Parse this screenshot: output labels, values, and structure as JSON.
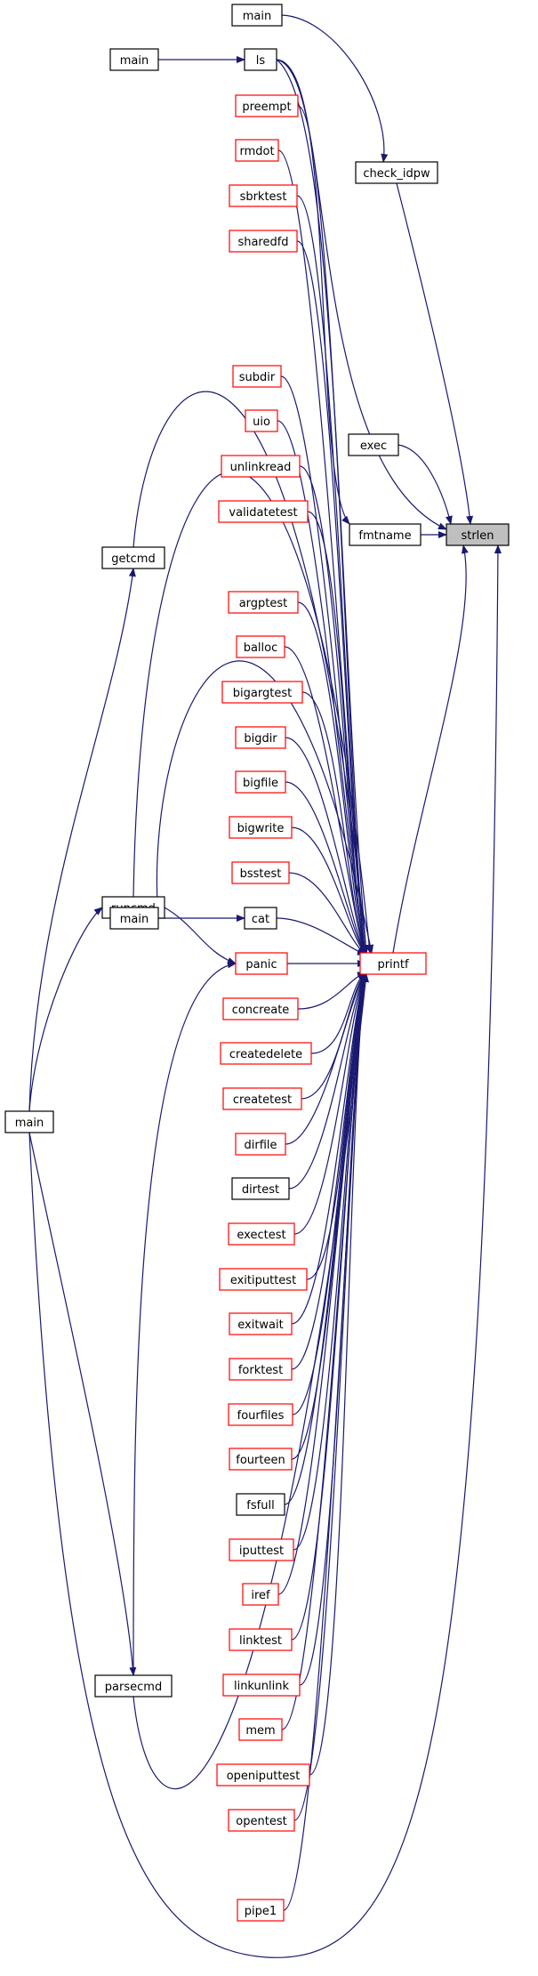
{
  "colors": {
    "edge": "#191970",
    "documented_border": "#000000",
    "undocumented_border": "#ff0000",
    "focus_fill": "#bfbfbf",
    "node_fill": "#ffffff"
  },
  "graph": {
    "focus": "strlen",
    "nodes": [
      {
        "id": "strlen",
        "label": "strlen",
        "kind": "focus"
      },
      {
        "id": "fmtname",
        "label": "fmtname",
        "kind": "black"
      },
      {
        "id": "exec",
        "label": "exec",
        "kind": "black"
      },
      {
        "id": "check_idpw",
        "label": "check_idpw",
        "kind": "black"
      },
      {
        "id": "main_top",
        "label": "main",
        "kind": "black"
      },
      {
        "id": "ls",
        "label": "ls",
        "kind": "black"
      },
      {
        "id": "main_ls",
        "label": "main",
        "kind": "black"
      },
      {
        "id": "preempt",
        "label": "preempt",
        "kind": "red"
      },
      {
        "id": "rmdot",
        "label": "rmdot",
        "kind": "red"
      },
      {
        "id": "sbrktest",
        "label": "sbrktest",
        "kind": "red"
      },
      {
        "id": "sharedfd",
        "label": "sharedfd",
        "kind": "red"
      },
      {
        "id": "subdir",
        "label": "subdir",
        "kind": "red"
      },
      {
        "id": "uio",
        "label": "uio",
        "kind": "red"
      },
      {
        "id": "unlinkread",
        "label": "unlinkread",
        "kind": "red"
      },
      {
        "id": "validatetest",
        "label": "validatetest",
        "kind": "red"
      },
      {
        "id": "getcmd",
        "label": "getcmd",
        "kind": "black"
      },
      {
        "id": "argptest",
        "label": "argptest",
        "kind": "red"
      },
      {
        "id": "balloc",
        "label": "balloc",
        "kind": "red"
      },
      {
        "id": "bigargtest",
        "label": "bigargtest",
        "kind": "red"
      },
      {
        "id": "bigdir",
        "label": "bigdir",
        "kind": "red"
      },
      {
        "id": "bigfile",
        "label": "bigfile",
        "kind": "red"
      },
      {
        "id": "bigwrite",
        "label": "bigwrite",
        "kind": "red"
      },
      {
        "id": "bsstest",
        "label": "bsstest",
        "kind": "red"
      },
      {
        "id": "runcmd",
        "label": "runcmd",
        "kind": "black"
      },
      {
        "id": "main_cat",
        "label": "main",
        "kind": "black"
      },
      {
        "id": "cat",
        "label": "cat",
        "kind": "black"
      },
      {
        "id": "panic",
        "label": "panic",
        "kind": "red"
      },
      {
        "id": "printf",
        "label": "printf",
        "kind": "red"
      },
      {
        "id": "concreate",
        "label": "concreate",
        "kind": "red"
      },
      {
        "id": "createdelete",
        "label": "createdelete",
        "kind": "red"
      },
      {
        "id": "createtest",
        "label": "createtest",
        "kind": "red"
      },
      {
        "id": "main_sh",
        "label": "main",
        "kind": "black"
      },
      {
        "id": "dirfile",
        "label": "dirfile",
        "kind": "red"
      },
      {
        "id": "dirtest",
        "label": "dirtest",
        "kind": "black"
      },
      {
        "id": "exectest",
        "label": "exectest",
        "kind": "red"
      },
      {
        "id": "exitiputtest",
        "label": "exitiputtest",
        "kind": "red"
      },
      {
        "id": "exitwait",
        "label": "exitwait",
        "kind": "red"
      },
      {
        "id": "forktest",
        "label": "forktest",
        "kind": "red"
      },
      {
        "id": "fourfiles",
        "label": "fourfiles",
        "kind": "red"
      },
      {
        "id": "fourteen",
        "label": "fourteen",
        "kind": "red"
      },
      {
        "id": "fsfull",
        "label": "fsfull",
        "kind": "black"
      },
      {
        "id": "iputtest",
        "label": "iputtest",
        "kind": "red"
      },
      {
        "id": "iref",
        "label": "iref",
        "kind": "red"
      },
      {
        "id": "linktest",
        "label": "linktest",
        "kind": "red"
      },
      {
        "id": "linkunlink",
        "label": "linkunlink",
        "kind": "red"
      },
      {
        "id": "parsecmd",
        "label": "parsecmd",
        "kind": "black"
      },
      {
        "id": "mem",
        "label": "mem",
        "kind": "red"
      },
      {
        "id": "openiputtest",
        "label": "openiputtest",
        "kind": "red"
      },
      {
        "id": "opentest",
        "label": "opentest",
        "kind": "red"
      },
      {
        "id": "pipe1",
        "label": "pipe1",
        "kind": "red"
      }
    ],
    "edges": [
      [
        "fmtname",
        "strlen"
      ],
      [
        "exec",
        "strlen"
      ],
      [
        "check_idpw",
        "strlen"
      ],
      [
        "printf",
        "strlen"
      ],
      [
        "main_sh",
        "strlen"
      ],
      [
        "ls",
        "strlen"
      ],
      [
        "main_top",
        "check_idpw"
      ],
      [
        "ls",
        "fmtname"
      ],
      [
        "main_ls",
        "ls"
      ],
      [
        "main_sh",
        "getcmd"
      ],
      [
        "main_sh",
        "runcmd"
      ],
      [
        "main_sh",
        "parsecmd"
      ],
      [
        "runcmd",
        "panic"
      ],
      [
        "main_cat",
        "cat"
      ],
      [
        "parsecmd",
        "panic"
      ],
      [
        "getcmd",
        "printf"
      ],
      [
        "runcmd",
        "printf"
      ],
      [
        "main_cat",
        "printf"
      ],
      [
        "cat",
        "printf"
      ],
      [
        "panic",
        "printf"
      ],
      [
        "parsecmd",
        "printf"
      ],
      [
        "ls",
        "printf"
      ],
      [
        "preempt",
        "printf"
      ],
      [
        "rmdot",
        "printf"
      ],
      [
        "sbrktest",
        "printf"
      ],
      [
        "sharedfd",
        "printf"
      ],
      [
        "subdir",
        "printf"
      ],
      [
        "uio",
        "printf"
      ],
      [
        "unlinkread",
        "printf"
      ],
      [
        "validatetest",
        "printf"
      ],
      [
        "argptest",
        "printf"
      ],
      [
        "balloc",
        "printf"
      ],
      [
        "bigargtest",
        "printf"
      ],
      [
        "bigdir",
        "printf"
      ],
      [
        "bigfile",
        "printf"
      ],
      [
        "bigwrite",
        "printf"
      ],
      [
        "bsstest",
        "printf"
      ],
      [
        "concreate",
        "printf"
      ],
      [
        "createdelete",
        "printf"
      ],
      [
        "createtest",
        "printf"
      ],
      [
        "dirfile",
        "printf"
      ],
      [
        "dirtest",
        "printf"
      ],
      [
        "exectest",
        "printf"
      ],
      [
        "exitiputtest",
        "printf"
      ],
      [
        "exitwait",
        "printf"
      ],
      [
        "forktest",
        "printf"
      ],
      [
        "fourfiles",
        "printf"
      ],
      [
        "fourteen",
        "printf"
      ],
      [
        "fsfull",
        "printf"
      ],
      [
        "iputtest",
        "printf"
      ],
      [
        "iref",
        "printf"
      ],
      [
        "linktest",
        "printf"
      ],
      [
        "linkunlink",
        "printf"
      ],
      [
        "mem",
        "printf"
      ],
      [
        "openiputtest",
        "printf"
      ],
      [
        "opentest",
        "printf"
      ],
      [
        "pipe1",
        "printf"
      ]
    ]
  }
}
